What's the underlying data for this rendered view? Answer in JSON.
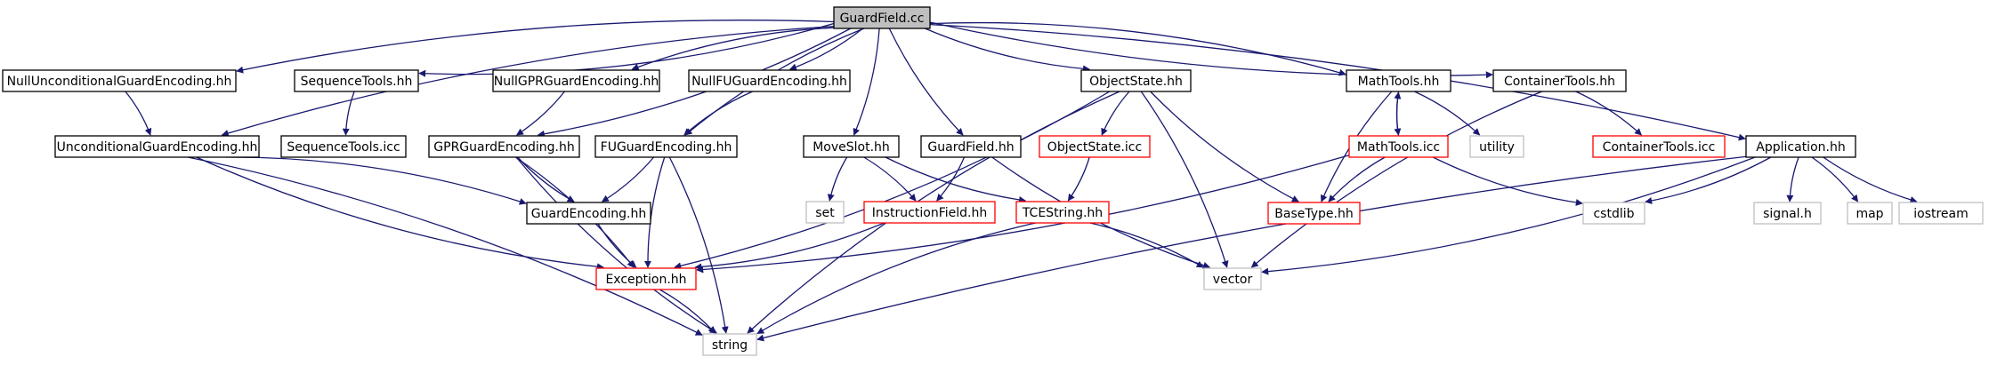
{
  "colors": {
    "edge": "#191970",
    "root_fill": "#bfbfbf",
    "border_black": "#000000",
    "border_red": "#ff0000",
    "border_gray": "#bfbfbf"
  },
  "nodes": [
    {
      "id": "guardfield_cc",
      "label": "GuardField.cc",
      "style": "root"
    },
    {
      "id": "null_uncond",
      "label": "NullUnconditionalGuardEncoding.hh",
      "style": "black"
    },
    {
      "id": "seqtools_hh",
      "label": "SequenceTools.hh",
      "style": "black"
    },
    {
      "id": "nullgpr",
      "label": "NullGPRGuardEncoding.hh",
      "style": "black"
    },
    {
      "id": "nullfu",
      "label": "NullFUGuardEncoding.hh",
      "style": "black"
    },
    {
      "id": "objstate_hh",
      "label": "ObjectState.hh",
      "style": "black"
    },
    {
      "id": "mathtools_hh",
      "label": "MathTools.hh",
      "style": "black"
    },
    {
      "id": "contools_hh",
      "label": "ContainerTools.hh",
      "style": "black"
    },
    {
      "id": "uncond",
      "label": "UnconditionalGuardEncoding.hh",
      "style": "black"
    },
    {
      "id": "seqtools_icc",
      "label": "SequenceTools.icc",
      "style": "black"
    },
    {
      "id": "gpr",
      "label": "GPRGuardEncoding.hh",
      "style": "black"
    },
    {
      "id": "fu",
      "label": "FUGuardEncoding.hh",
      "style": "black"
    },
    {
      "id": "moveslot",
      "label": "MoveSlot.hh",
      "style": "black"
    },
    {
      "id": "guardfield_hh",
      "label": "GuardField.hh",
      "style": "black"
    },
    {
      "id": "objstate_icc",
      "label": "ObjectState.icc",
      "style": "red"
    },
    {
      "id": "mathtools_icc",
      "label": "MathTools.icc",
      "style": "red"
    },
    {
      "id": "utility",
      "label": "utility",
      "style": "gray"
    },
    {
      "id": "contools_icc",
      "label": "ContainerTools.icc",
      "style": "red"
    },
    {
      "id": "application",
      "label": "Application.hh",
      "style": "black"
    },
    {
      "id": "set",
      "label": "set",
      "style": "gray"
    },
    {
      "id": "instrfield",
      "label": "InstructionField.hh",
      "style": "red"
    },
    {
      "id": "tcestring",
      "label": "TCEString.hh",
      "style": "red"
    },
    {
      "id": "basetype",
      "label": "BaseType.hh",
      "style": "red"
    },
    {
      "id": "cstdlib",
      "label": "cstdlib",
      "style": "gray"
    },
    {
      "id": "signal",
      "label": "signal.h",
      "style": "gray"
    },
    {
      "id": "map",
      "label": "map",
      "style": "gray"
    },
    {
      "id": "iostream",
      "label": "iostream",
      "style": "gray"
    },
    {
      "id": "guardenc",
      "label": "GuardEncoding.hh",
      "style": "black"
    },
    {
      "id": "exception",
      "label": "Exception.hh",
      "style": "red"
    },
    {
      "id": "vector",
      "label": "vector",
      "style": "gray"
    },
    {
      "id": "string",
      "label": "string",
      "style": "gray"
    }
  ],
  "edges": [
    [
      "guardfield_cc",
      "null_uncond"
    ],
    [
      "guardfield_cc",
      "seqtools_hh"
    ],
    [
      "guardfield_cc",
      "nullgpr"
    ],
    [
      "guardfield_cc",
      "nullfu"
    ],
    [
      "guardfield_cc",
      "objstate_hh"
    ],
    [
      "guardfield_cc",
      "mathtools_hh"
    ],
    [
      "guardfield_cc",
      "contools_hh"
    ],
    [
      "guardfield_cc",
      "application"
    ],
    [
      "guardfield_cc",
      "uncond"
    ],
    [
      "guardfield_cc",
      "gpr"
    ],
    [
      "guardfield_cc",
      "fu"
    ],
    [
      "guardfield_cc",
      "moveslot"
    ],
    [
      "guardfield_cc",
      "guardfield_hh"
    ],
    [
      "null_uncond",
      "uncond"
    ],
    [
      "seqtools_hh",
      "seqtools_icc"
    ],
    [
      "nullgpr",
      "gpr"
    ],
    [
      "nullfu",
      "fu"
    ],
    [
      "uncond",
      "guardenc"
    ],
    [
      "uncond",
      "exception"
    ],
    [
      "uncond",
      "string"
    ],
    [
      "gpr",
      "guardenc"
    ],
    [
      "gpr",
      "exception"
    ],
    [
      "gpr",
      "string"
    ],
    [
      "fu",
      "guardenc"
    ],
    [
      "fu",
      "exception"
    ],
    [
      "fu",
      "string"
    ],
    [
      "guardenc",
      "exception"
    ],
    [
      "exception",
      "string"
    ],
    [
      "moveslot",
      "set"
    ],
    [
      "moveslot",
      "instrfield"
    ],
    [
      "moveslot",
      "tcestring"
    ],
    [
      "guardfield_hh",
      "instrfield"
    ],
    [
      "guardfield_hh",
      "vector"
    ],
    [
      "instrfield",
      "exception"
    ],
    [
      "objstate_hh",
      "objstate_icc"
    ],
    [
      "objstate_hh",
      "exception"
    ],
    [
      "objstate_hh",
      "basetype"
    ],
    [
      "objstate_hh",
      "vector"
    ],
    [
      "objstate_hh",
      "string"
    ],
    [
      "objstate_icc",
      "tcestring"
    ],
    [
      "tcestring",
      "string"
    ],
    [
      "tcestring",
      "vector"
    ],
    [
      "mathtools_hh",
      "mathtools_icc"
    ],
    [
      "mathtools_hh",
      "utility"
    ],
    [
      "mathtools_hh",
      "basetype"
    ],
    [
      "mathtools_icc",
      "mathtools_hh"
    ],
    [
      "mathtools_icc",
      "basetype"
    ],
    [
      "mathtools_icc",
      "exception"
    ],
    [
      "mathtools_icc",
      "cstdlib"
    ],
    [
      "contools_hh",
      "contools_icc"
    ],
    [
      "contools_hh",
      "vector"
    ],
    [
      "application",
      "cstdlib"
    ],
    [
      "application",
      "signal"
    ],
    [
      "application",
      "map"
    ],
    [
      "application",
      "iostream"
    ],
    [
      "application",
      "vector"
    ],
    [
      "application",
      "string"
    ]
  ]
}
